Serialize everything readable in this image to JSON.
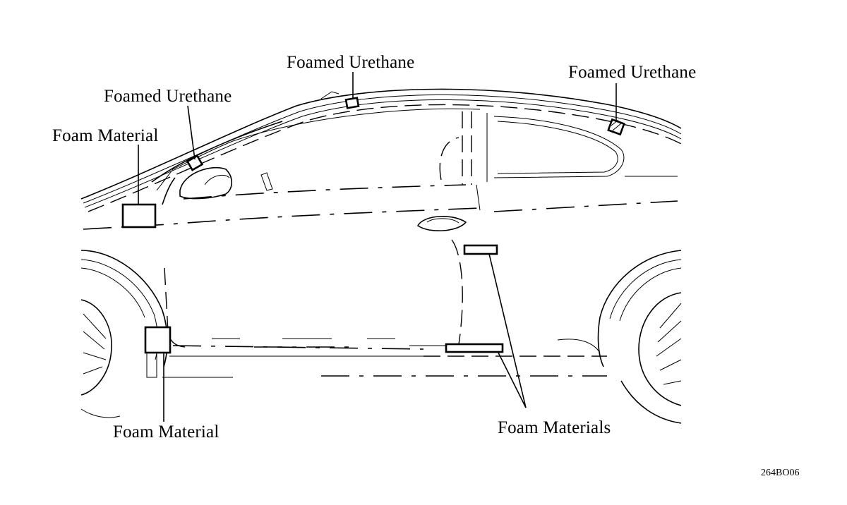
{
  "labels": {
    "foamed_urethane_top": "Foamed Urethane",
    "foamed_urethane_right": "Foamed Urethane",
    "foamed_urethane_left": "Foamed Urethane",
    "foam_material_upper": "Foam Material",
    "foam_material_lower": "Foam Material",
    "foam_materials": "Foam Materials"
  },
  "figure_code": "264BO06"
}
